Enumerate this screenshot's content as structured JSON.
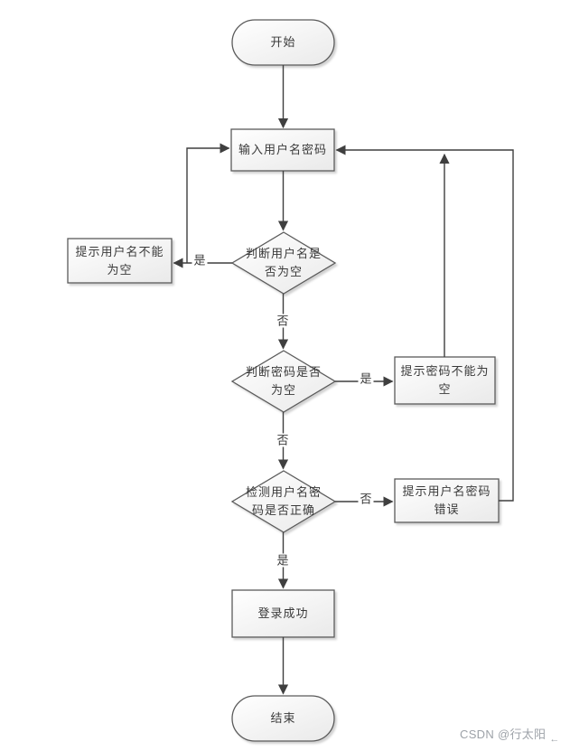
{
  "diagram": {
    "title": "login-flowchart",
    "nodes": [
      {
        "id": "start",
        "type": "terminator",
        "label": "开始"
      },
      {
        "id": "input-credentials",
        "type": "process",
        "label": "输入用户名密码"
      },
      {
        "id": "check-username-empty",
        "type": "decision",
        "label": "判断用户名是\n否为空"
      },
      {
        "id": "prompt-username-empty",
        "type": "process",
        "label": "提示用户名不能\n为空"
      },
      {
        "id": "check-password-empty",
        "type": "decision",
        "label": "判断密码是否\n为空"
      },
      {
        "id": "prompt-password-empty",
        "type": "process",
        "label": "提示密码不能为\n空"
      },
      {
        "id": "check-credentials-correct",
        "type": "decision",
        "label": "检测用户名密\n码是否正确"
      },
      {
        "id": "prompt-credentials-wrong",
        "type": "process",
        "label": "提示用户名密码\n错误"
      },
      {
        "id": "login-success",
        "type": "process",
        "label": "登录成功"
      },
      {
        "id": "end",
        "type": "terminator",
        "label": "结束"
      }
    ],
    "edge_labels": [
      {
        "id": "username-empty-yes",
        "text": "是"
      },
      {
        "id": "username-empty-no",
        "text": "否"
      },
      {
        "id": "password-empty-yes",
        "text": "是"
      },
      {
        "id": "password-empty-no",
        "text": "否"
      },
      {
        "id": "credentials-wrong-no",
        "text": "否"
      },
      {
        "id": "credentials-correct-yes",
        "text": "是"
      }
    ]
  },
  "watermark": {
    "text": "CSDN @行太阳",
    "cursor": "←"
  },
  "colors": {
    "line": "#3f3f3f",
    "node_border": "#5a5a5a",
    "node_fill_light": "#ffffff",
    "node_fill_dark": "#ebebeb",
    "text": "#3a3a3a",
    "watermark": "#9da2a8"
  }
}
